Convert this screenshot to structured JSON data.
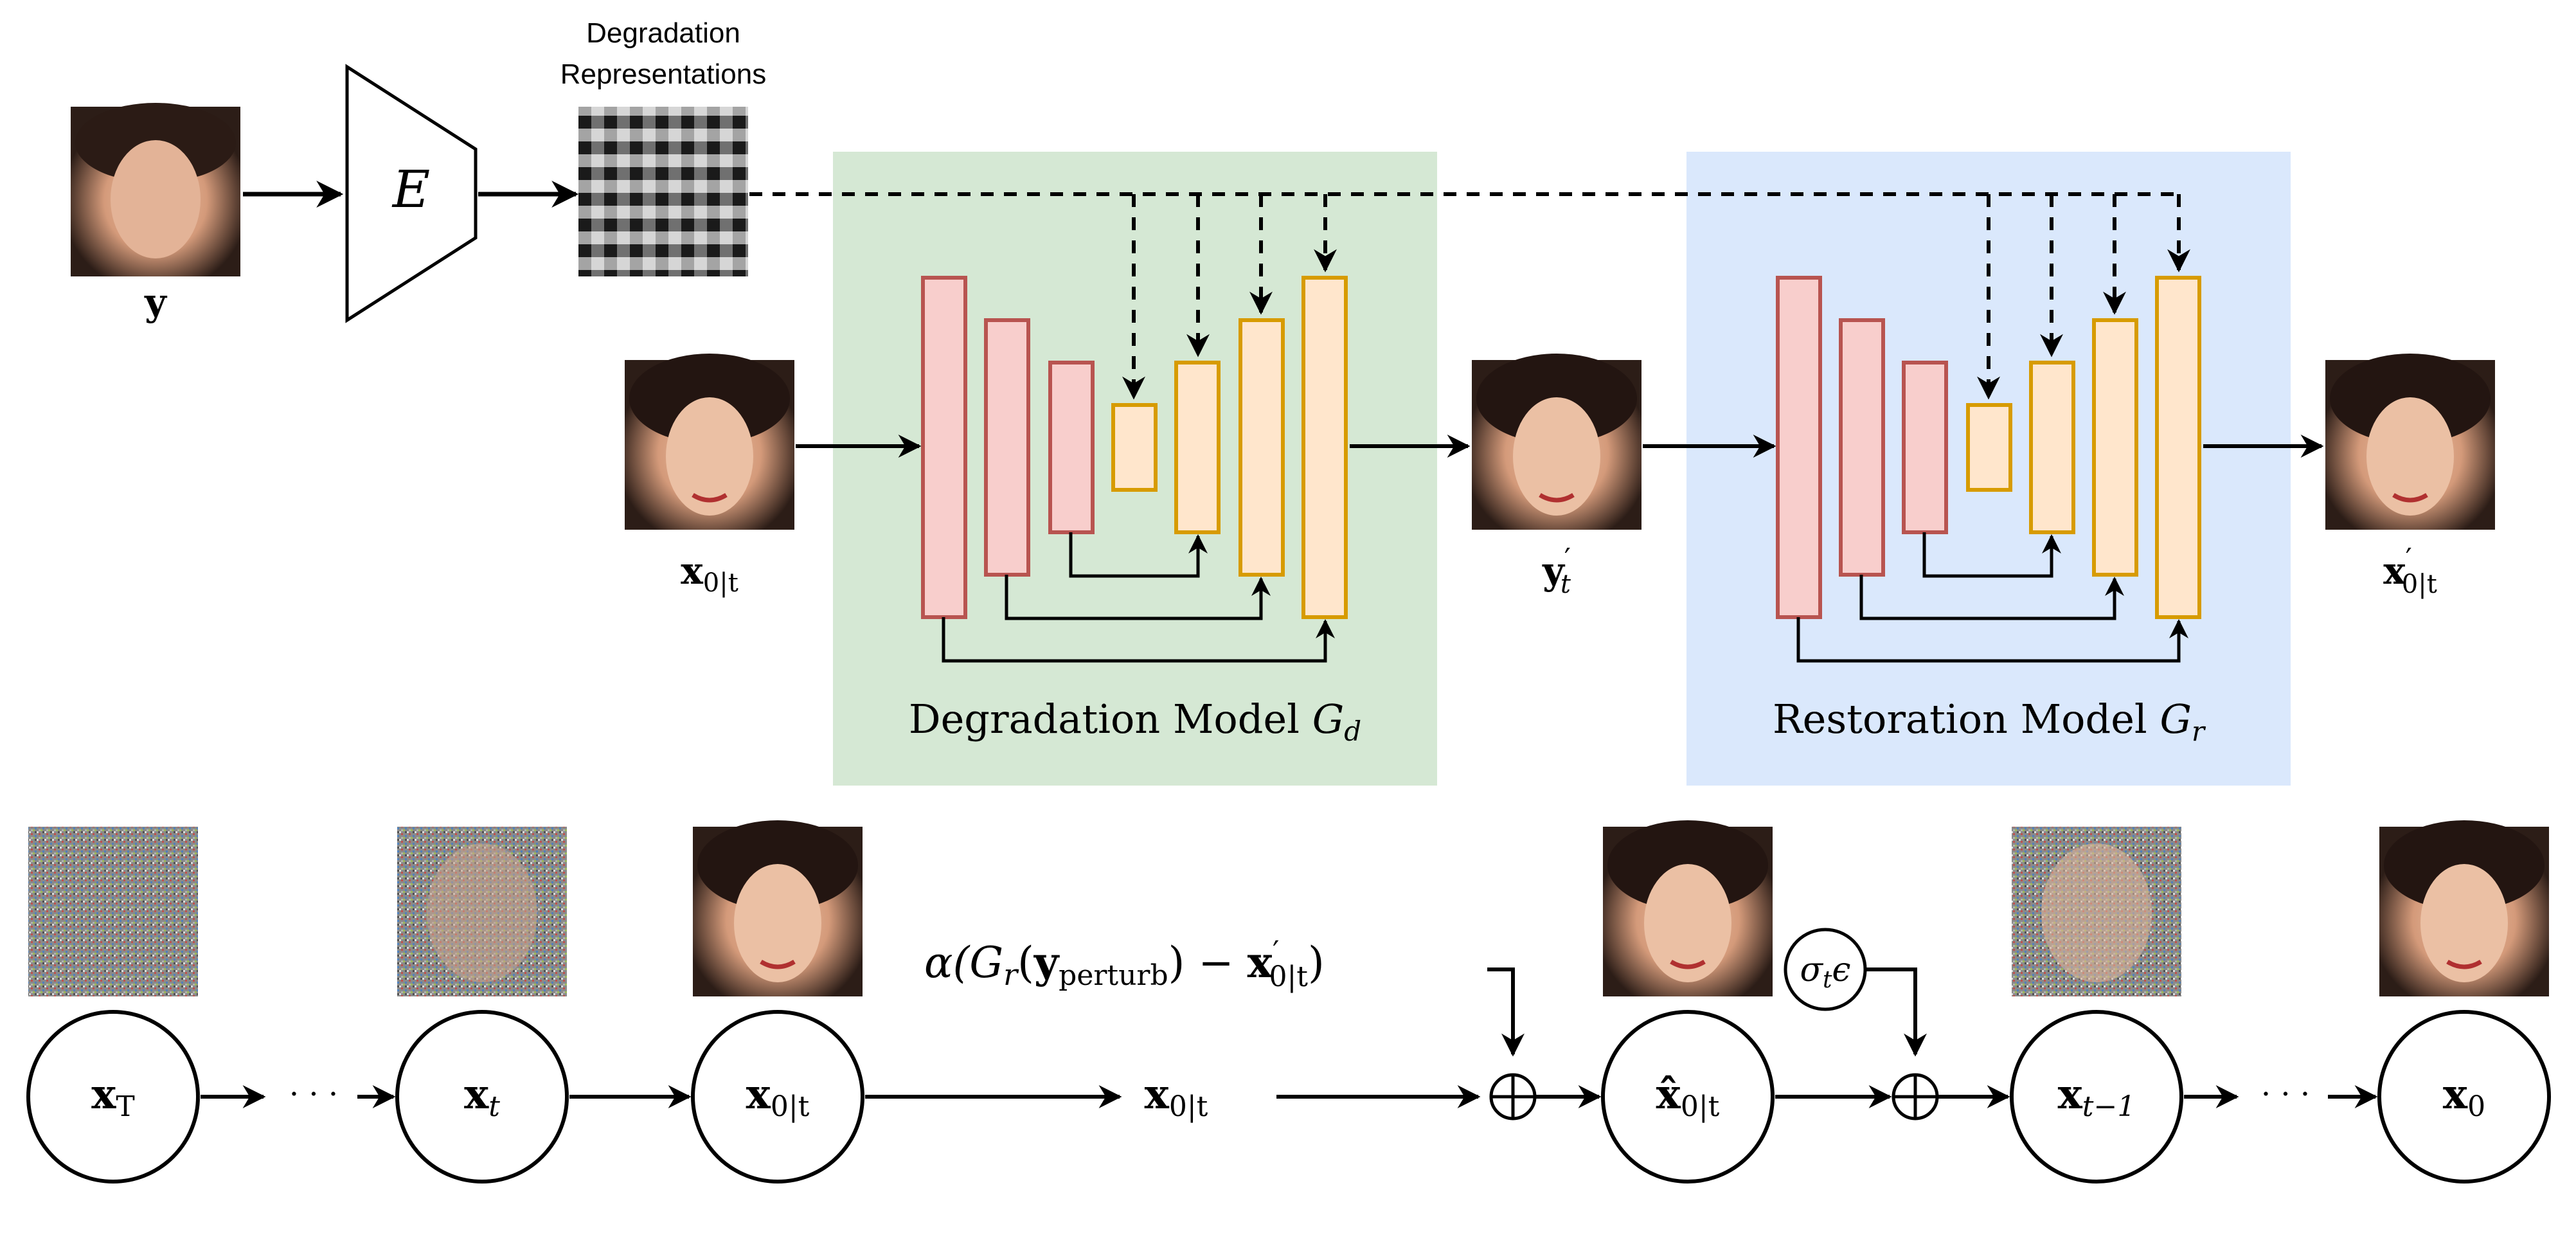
{
  "colors": {
    "green_panel": "#d5e8d4",
    "blue_panel": "#dae8fc",
    "encoder_block": "#f8cecc",
    "encoder_stroke": "#b85450",
    "decoder_block": "#ffe6cc",
    "decoder_stroke": "#d79b00",
    "line": "#000000"
  },
  "encoder": {
    "input_label": "y",
    "symbol": "E",
    "representation_label_line1": "Degradation",
    "representation_label_line2": "Representations"
  },
  "degradation_model": {
    "label": "Degradation Model",
    "symbol": "G",
    "subscript": "d",
    "input_label": "x",
    "input_sub": "0|t",
    "output_label": "y",
    "output_sub": "t",
    "output_prime": "′"
  },
  "restoration_model": {
    "label": "Restoration Model",
    "symbol": "G",
    "subscript": "r",
    "output_label": "x",
    "output_sub": "0|t",
    "output_prime": "′"
  },
  "sampling_chain": {
    "nodes": [
      {
        "main": "x",
        "sub": "T"
      },
      {
        "main": "x",
        "sub": "t"
      },
      {
        "main": "x",
        "sub": "0|t"
      },
      {
        "main": "x̂",
        "sub": "0|t"
      },
      {
        "main": "x",
        "sub": "t−1"
      },
      {
        "main": "x",
        "sub": "0"
      }
    ],
    "mid_label_main": "x",
    "mid_label_sub": "0|t",
    "guidance": {
      "alpha": "α(",
      "g": "G",
      "g_sub": "r",
      "open": "(",
      "y": "y",
      "y_sub": "perturb",
      "close_minus": ") − ",
      "x": "x",
      "x_prime": "′",
      "x_sub": "0|t",
      "close": ")"
    },
    "noise": {
      "sigma": "σ",
      "sigma_sub": "t",
      "eps": "ϵ"
    },
    "ellipsis": "· · ·",
    "plus": "⊕"
  }
}
